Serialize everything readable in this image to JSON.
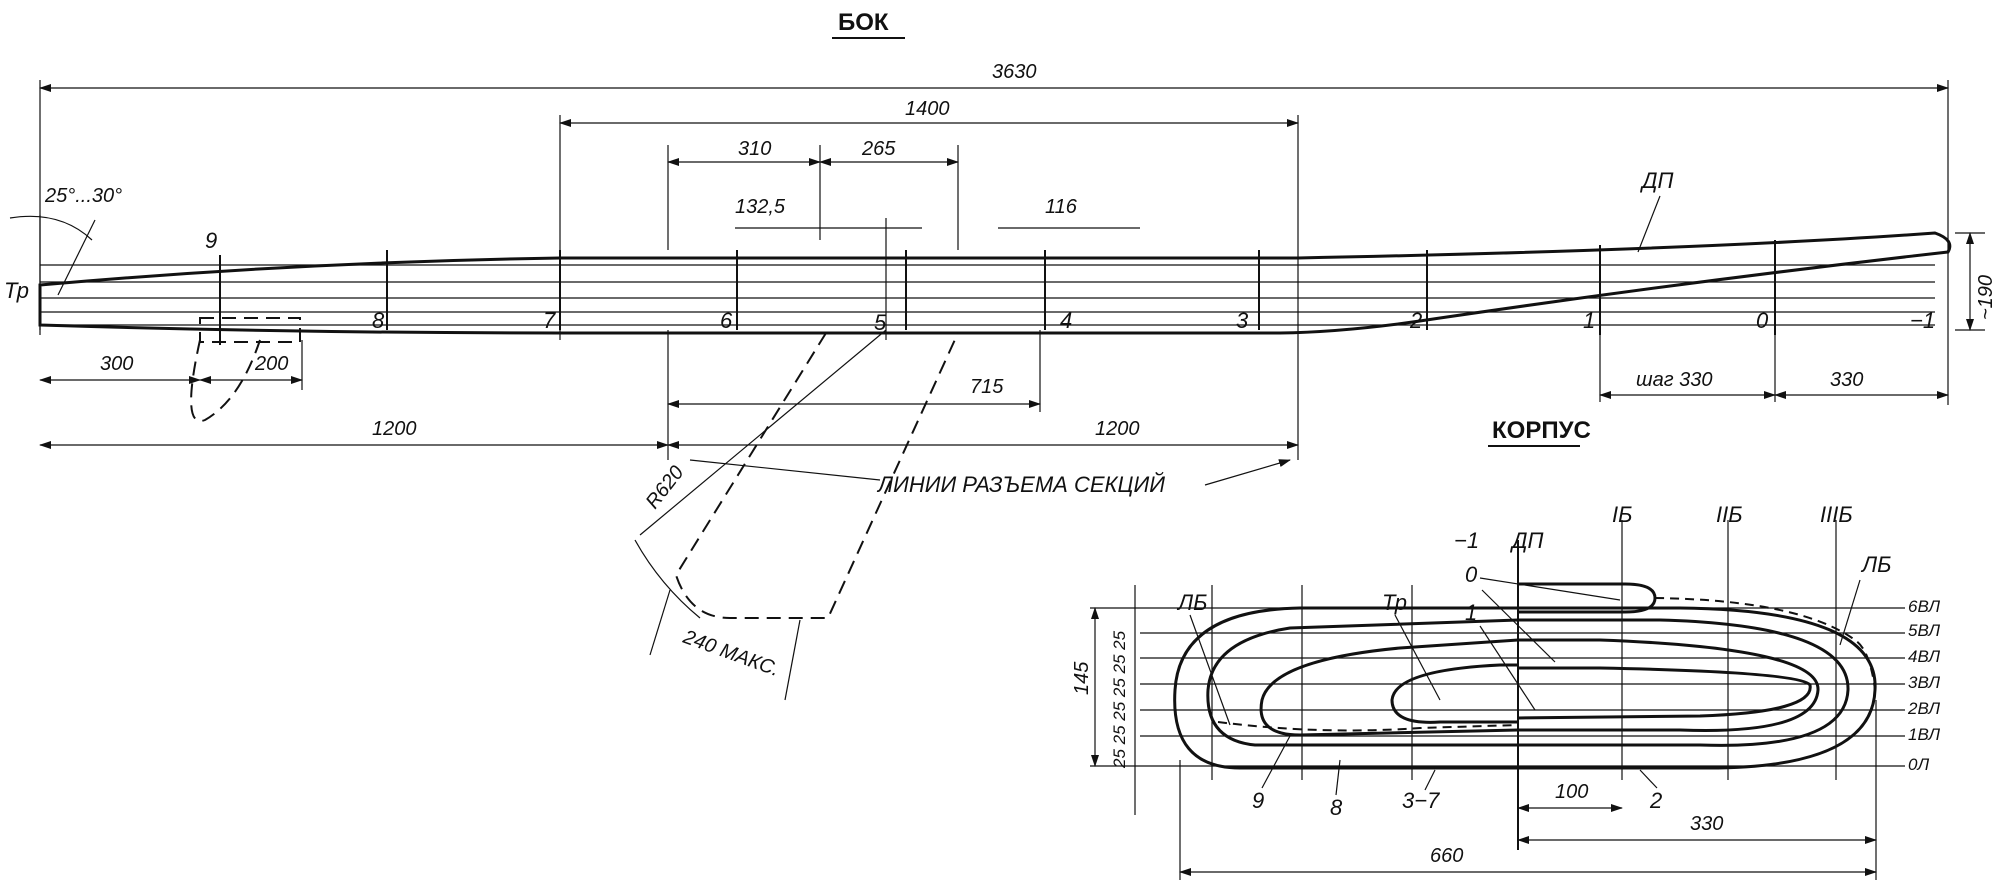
{
  "side_view": {
    "title": "БОК",
    "dimensions": {
      "overall": "3630",
      "top_span": "1400",
      "span_310": "310",
      "span_265": "265",
      "span_132_5": "132,5",
      "span_116": "116",
      "span_300": "300",
      "span_200": "200",
      "span_1200_left": "1200",
      "span_715": "715",
      "span_1200_right": "1200",
      "step_label": "шаг 330",
      "span_330": "330",
      "height": "~190",
      "angle": "25°...30°"
    },
    "stations": [
      "9",
      "8",
      "7",
      "6",
      "5",
      "4",
      "3",
      "2",
      "1",
      "0",
      "−1"
    ],
    "labels": {
      "transom": "Тр",
      "centerline": "ДП",
      "section_joints": "ЛИНИИ РАЗЪЕМА СЕКЦИЙ",
      "radius": "R620",
      "fin_max": "240 МАКС."
    }
  },
  "body_plan": {
    "title": "КОРПУС",
    "waterlines": [
      "6ВЛ",
      "5ВЛ",
      "4ВЛ",
      "3ВЛ",
      "2ВЛ",
      "1ВЛ",
      "0Л"
    ],
    "buttocks": [
      "ЛБ",
      "IБ",
      "IIБ",
      "IIIБ",
      "ЛБ"
    ],
    "labels": {
      "centerline": "ДП",
      "transom": "Тр",
      "st_minus1": "−1",
      "st_0": "0",
      "st_1": "1",
      "st_9": "9",
      "st_8": "8",
      "st_3_7": "3−7",
      "st_2": "2"
    },
    "dimensions": {
      "height": "145",
      "wl_spacing": "25 25 25 25 25 25",
      "span_100": "100",
      "span_330": "330",
      "span_660": "660"
    }
  }
}
